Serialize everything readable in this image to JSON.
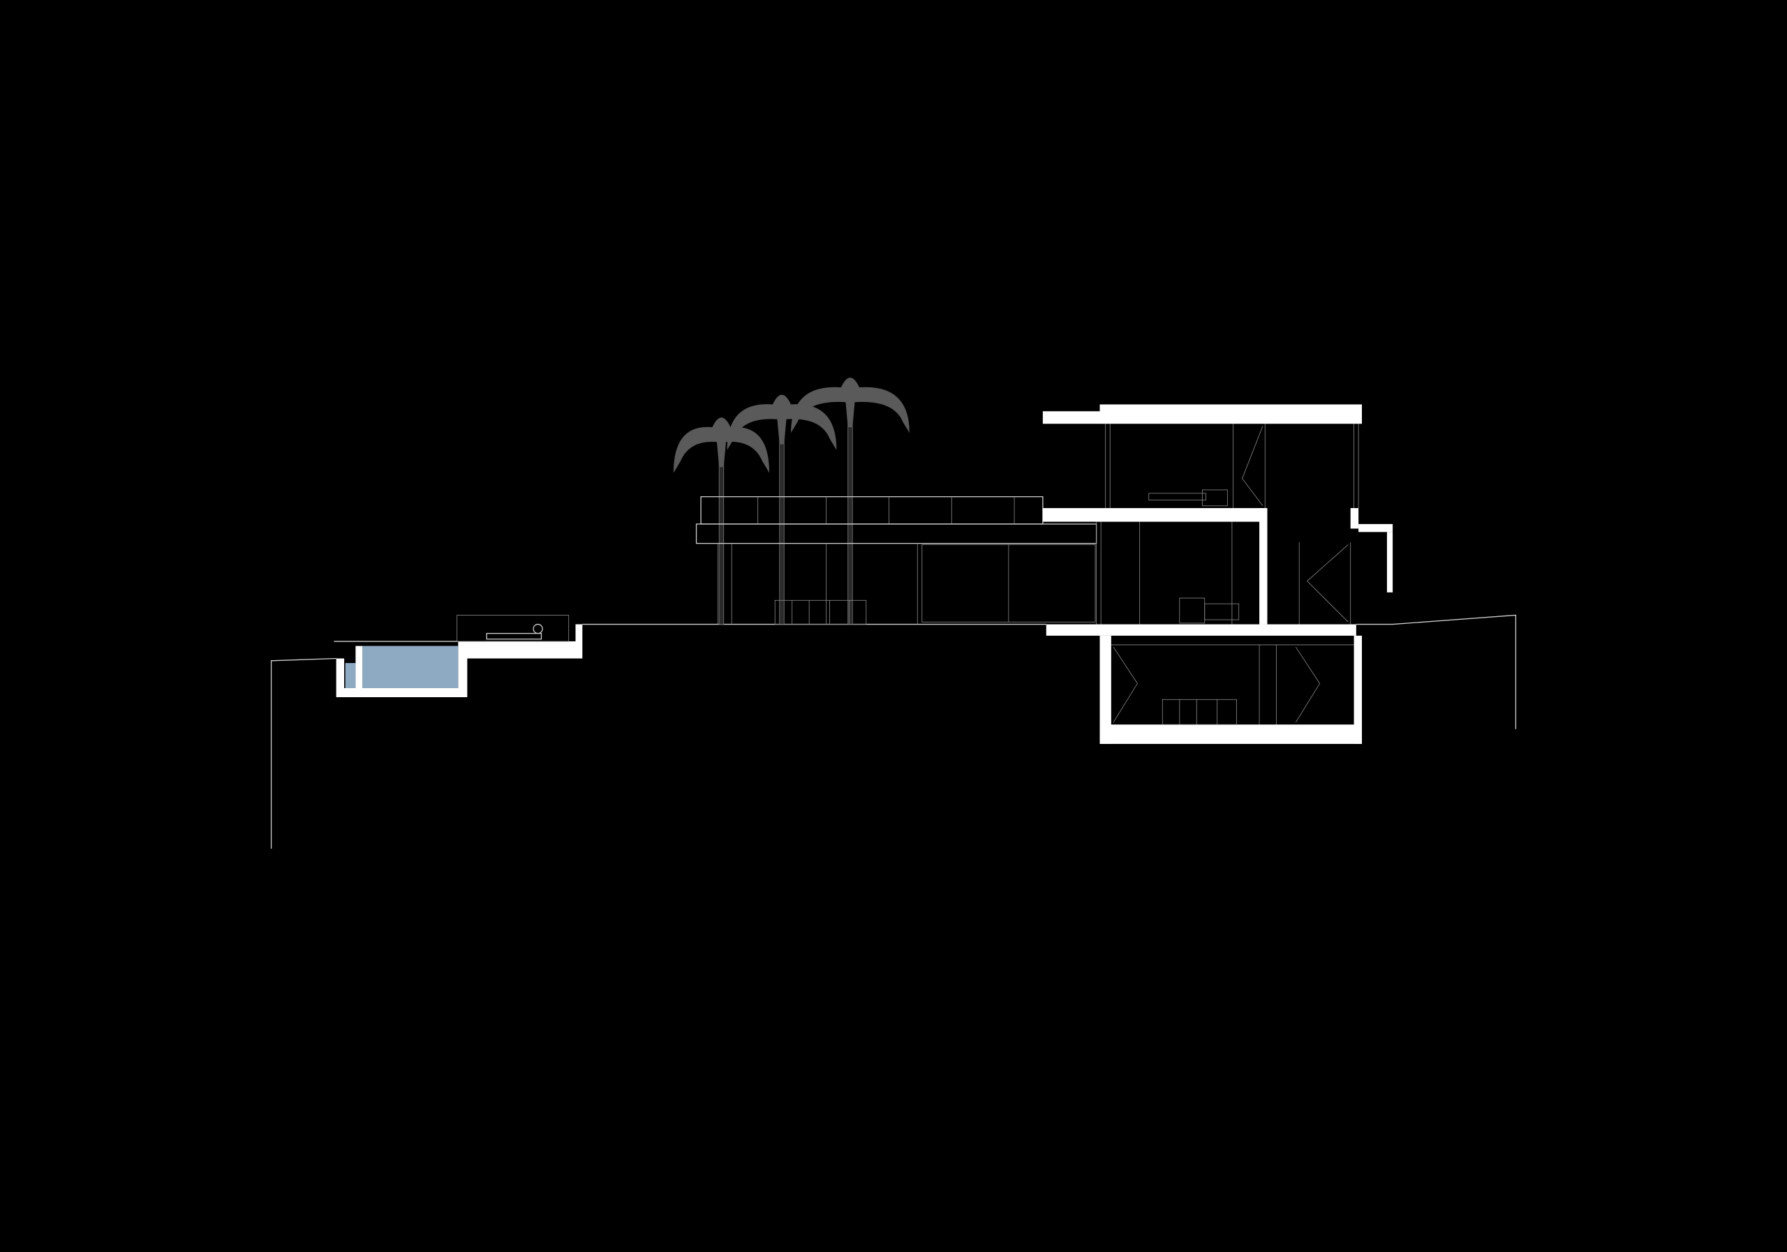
{
  "drawing": {
    "type": "architectural-section",
    "colors": {
      "background": "#000000",
      "cut_walls": "#ffffff",
      "pool_water": "#8eaac2",
      "palm_trees": "#5a5a5a",
      "lines": "#cfcfcf"
    },
    "elements": [
      "pool",
      "terrace-steps",
      "covered-terrace",
      "palm-trees",
      "upper-floor",
      "ground-floor",
      "basement",
      "terrain-line"
    ]
  }
}
